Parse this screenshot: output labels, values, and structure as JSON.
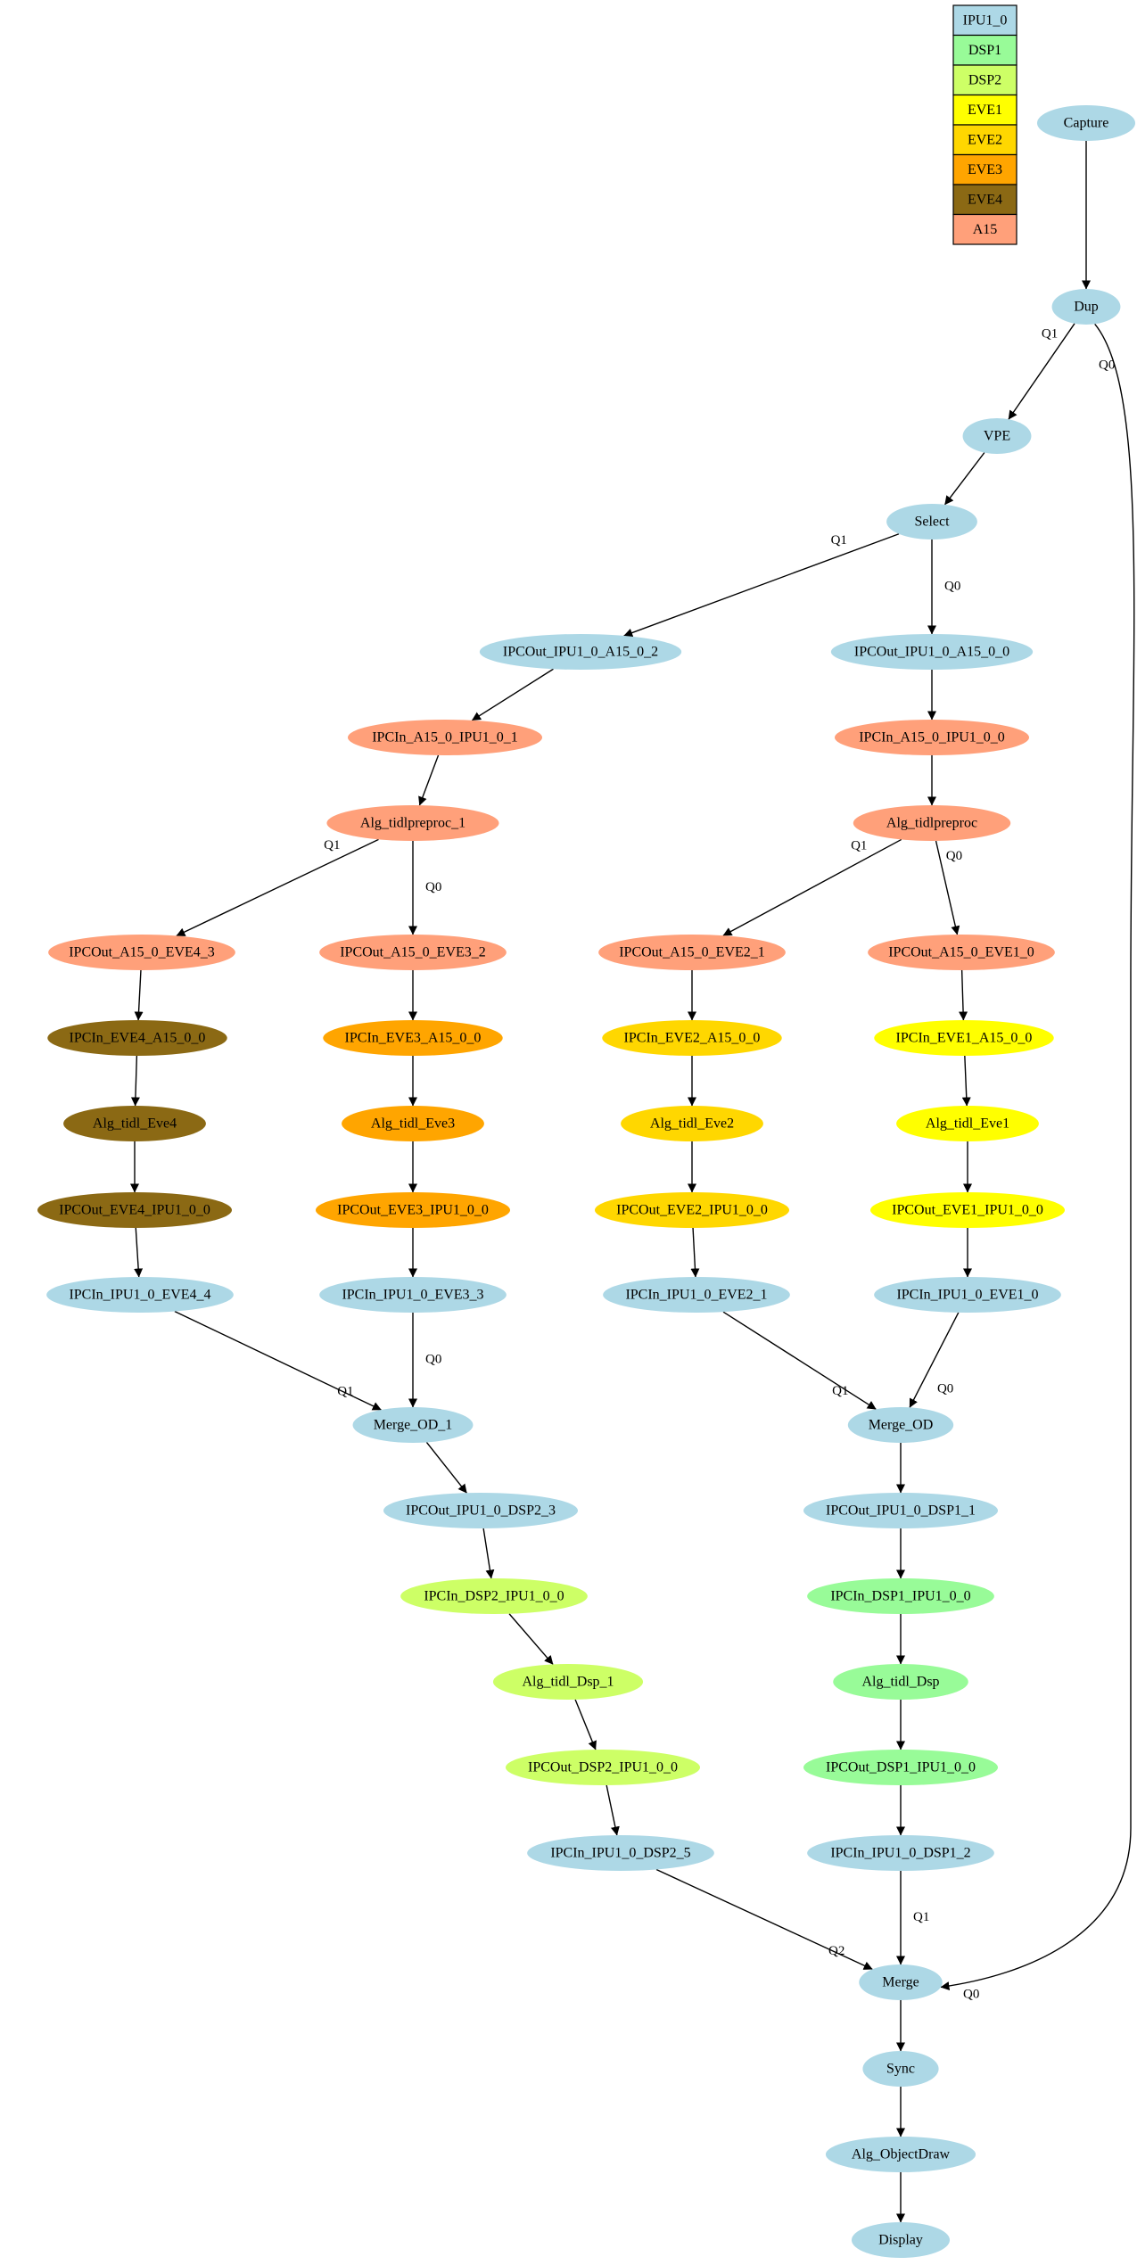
{
  "legend": [
    {
      "label": "IPU1_0",
      "color": "#add8e6"
    },
    {
      "label": "DSP1",
      "color": "#98fb98"
    },
    {
      "label": "DSP2",
      "color": "#cdff66"
    },
    {
      "label": "EVE1",
      "color": "#ffff00"
    },
    {
      "label": "EVE2",
      "color": "#ffd700"
    },
    {
      "label": "EVE3",
      "color": "#ffa500"
    },
    {
      "label": "EVE4",
      "color": "#8b6914"
    },
    {
      "label": "A15",
      "color": "#ffa07a"
    }
  ],
  "nodes": [
    {
      "id": "capture",
      "label": "Capture",
      "core": "IPU1_0"
    },
    {
      "id": "dup",
      "label": "Dup",
      "core": "IPU1_0"
    },
    {
      "id": "vpe",
      "label": "VPE",
      "core": "IPU1_0"
    },
    {
      "id": "select",
      "label": "Select",
      "core": "IPU1_0"
    },
    {
      "id": "ipcout_ipu1_a15_2",
      "label": "IPCOut_IPU1_0_A15_0_2",
      "core": "IPU1_0"
    },
    {
      "id": "ipcout_ipu1_a15_0",
      "label": "IPCOut_IPU1_0_A15_0_0",
      "core": "IPU1_0"
    },
    {
      "id": "ipcin_a15_ipu1_1",
      "label": "IPCIn_A15_0_IPU1_0_1",
      "core": "A15"
    },
    {
      "id": "ipcin_a15_ipu1_0",
      "label": "IPCIn_A15_0_IPU1_0_0",
      "core": "A15"
    },
    {
      "id": "alg_tidlpreproc_1",
      "label": "Alg_tidlpreproc_1",
      "core": "A15"
    },
    {
      "id": "alg_tidlpreproc",
      "label": "Alg_tidlpreproc",
      "core": "A15"
    },
    {
      "id": "ipcout_a15_eve4_3",
      "label": "IPCOut_A15_0_EVE4_3",
      "core": "A15"
    },
    {
      "id": "ipcout_a15_eve3_2",
      "label": "IPCOut_A15_0_EVE3_2",
      "core": "A15"
    },
    {
      "id": "ipcout_a15_eve2_1",
      "label": "IPCOut_A15_0_EVE2_1",
      "core": "A15"
    },
    {
      "id": "ipcout_a15_eve1_0",
      "label": "IPCOut_A15_0_EVE1_0",
      "core": "A15"
    },
    {
      "id": "ipcin_eve4_a15",
      "label": "IPCIn_EVE4_A15_0_0",
      "core": "EVE4"
    },
    {
      "id": "ipcin_eve3_a15",
      "label": "IPCIn_EVE3_A15_0_0",
      "core": "EVE3"
    },
    {
      "id": "ipcin_eve2_a15",
      "label": "IPCIn_EVE2_A15_0_0",
      "core": "EVE2"
    },
    {
      "id": "ipcin_eve1_a15",
      "label": "IPCIn_EVE1_A15_0_0",
      "core": "EVE1"
    },
    {
      "id": "alg_tidl_eve4",
      "label": "Alg_tidl_Eve4",
      "core": "EVE4"
    },
    {
      "id": "alg_tidl_eve3",
      "label": "Alg_tidl_Eve3",
      "core": "EVE3"
    },
    {
      "id": "alg_tidl_eve2",
      "label": "Alg_tidl_Eve2",
      "core": "EVE2"
    },
    {
      "id": "alg_tidl_eve1",
      "label": "Alg_tidl_Eve1",
      "core": "EVE1"
    },
    {
      "id": "ipcout_eve4_ipu1",
      "label": "IPCOut_EVE4_IPU1_0_0",
      "core": "EVE4"
    },
    {
      "id": "ipcout_eve3_ipu1",
      "label": "IPCOut_EVE3_IPU1_0_0",
      "core": "EVE3"
    },
    {
      "id": "ipcout_eve2_ipu1",
      "label": "IPCOut_EVE2_IPU1_0_0",
      "core": "EVE2"
    },
    {
      "id": "ipcout_eve1_ipu1",
      "label": "IPCOut_EVE1_IPU1_0_0",
      "core": "EVE1"
    },
    {
      "id": "ipcin_ipu1_eve4_4",
      "label": "IPCIn_IPU1_0_EVE4_4",
      "core": "IPU1_0"
    },
    {
      "id": "ipcin_ipu1_eve3_3",
      "label": "IPCIn_IPU1_0_EVE3_3",
      "core": "IPU1_0"
    },
    {
      "id": "ipcin_ipu1_eve2_1",
      "label": "IPCIn_IPU1_0_EVE2_1",
      "core": "IPU1_0"
    },
    {
      "id": "ipcin_ipu1_eve1_0",
      "label": "IPCIn_IPU1_0_EVE1_0",
      "core": "IPU1_0"
    },
    {
      "id": "merge_od_1",
      "label": "Merge_OD_1",
      "core": "IPU1_0"
    },
    {
      "id": "merge_od",
      "label": "Merge_OD",
      "core": "IPU1_0"
    },
    {
      "id": "ipcout_ipu1_dsp2_3",
      "label": "IPCOut_IPU1_0_DSP2_3",
      "core": "IPU1_0"
    },
    {
      "id": "ipcout_ipu1_dsp1_1",
      "label": "IPCOut_IPU1_0_DSP1_1",
      "core": "IPU1_0"
    },
    {
      "id": "ipcin_dsp2_ipu1",
      "label": "IPCIn_DSP2_IPU1_0_0",
      "core": "DSP2"
    },
    {
      "id": "ipcin_dsp1_ipu1",
      "label": "IPCIn_DSP1_IPU1_0_0",
      "core": "DSP1"
    },
    {
      "id": "alg_tidl_dsp_1",
      "label": "Alg_tidl_Dsp_1",
      "core": "DSP2"
    },
    {
      "id": "alg_tidl_dsp",
      "label": "Alg_tidl_Dsp",
      "core": "DSP1"
    },
    {
      "id": "ipcout_dsp2_ipu1",
      "label": "IPCOut_DSP2_IPU1_0_0",
      "core": "DSP2"
    },
    {
      "id": "ipcout_dsp1_ipu1",
      "label": "IPCOut_DSP1_IPU1_0_0",
      "core": "DSP1"
    },
    {
      "id": "ipcin_ipu1_dsp2_5",
      "label": "IPCIn_IPU1_0_DSP2_5",
      "core": "IPU1_0"
    },
    {
      "id": "ipcin_ipu1_dsp1_2",
      "label": "IPCIn_IPU1_0_DSP1_2",
      "core": "IPU1_0"
    },
    {
      "id": "merge",
      "label": "Merge",
      "core": "IPU1_0"
    },
    {
      "id": "sync",
      "label": "Sync",
      "core": "IPU1_0"
    },
    {
      "id": "alg_objectdraw",
      "label": "Alg_ObjectDraw",
      "core": "IPU1_0"
    },
    {
      "id": "display",
      "label": "Display",
      "core": "IPU1_0"
    }
  ],
  "edges": [
    {
      "from": "capture",
      "to": "dup",
      "label": ""
    },
    {
      "from": "dup",
      "to": "vpe",
      "label": "Q1"
    },
    {
      "from": "dup",
      "to": "merge",
      "label": "Q0",
      "head_label": "Q0"
    },
    {
      "from": "vpe",
      "to": "select",
      "label": ""
    },
    {
      "from": "select",
      "to": "ipcout_ipu1_a15_2",
      "label": "Q1"
    },
    {
      "from": "select",
      "to": "ipcout_ipu1_a15_0",
      "label": "Q0"
    },
    {
      "from": "ipcout_ipu1_a15_2",
      "to": "ipcin_a15_ipu1_1",
      "label": ""
    },
    {
      "from": "ipcout_ipu1_a15_0",
      "to": "ipcin_a15_ipu1_0",
      "label": ""
    },
    {
      "from": "ipcin_a15_ipu1_1",
      "to": "alg_tidlpreproc_1",
      "label": ""
    },
    {
      "from": "ipcin_a15_ipu1_0",
      "to": "alg_tidlpreproc",
      "label": ""
    },
    {
      "from": "alg_tidlpreproc_1",
      "to": "ipcout_a15_eve4_3",
      "label": "Q1"
    },
    {
      "from": "alg_tidlpreproc_1",
      "to": "ipcout_a15_eve3_2",
      "label": "Q0"
    },
    {
      "from": "alg_tidlpreproc",
      "to": "ipcout_a15_eve2_1",
      "label": "Q1"
    },
    {
      "from": "alg_tidlpreproc",
      "to": "ipcout_a15_eve1_0",
      "label": "Q0"
    },
    {
      "from": "ipcout_a15_eve4_3",
      "to": "ipcin_eve4_a15",
      "label": ""
    },
    {
      "from": "ipcout_a15_eve3_2",
      "to": "ipcin_eve3_a15",
      "label": ""
    },
    {
      "from": "ipcout_a15_eve2_1",
      "to": "ipcin_eve2_a15",
      "label": ""
    },
    {
      "from": "ipcout_a15_eve1_0",
      "to": "ipcin_eve1_a15",
      "label": ""
    },
    {
      "from": "ipcin_eve4_a15",
      "to": "alg_tidl_eve4",
      "label": ""
    },
    {
      "from": "ipcin_eve3_a15",
      "to": "alg_tidl_eve3",
      "label": ""
    },
    {
      "from": "ipcin_eve2_a15",
      "to": "alg_tidl_eve2",
      "label": ""
    },
    {
      "from": "ipcin_eve1_a15",
      "to": "alg_tidl_eve1",
      "label": ""
    },
    {
      "from": "alg_tidl_eve4",
      "to": "ipcout_eve4_ipu1",
      "label": ""
    },
    {
      "from": "alg_tidl_eve3",
      "to": "ipcout_eve3_ipu1",
      "label": ""
    },
    {
      "from": "alg_tidl_eve2",
      "to": "ipcout_eve2_ipu1",
      "label": ""
    },
    {
      "from": "alg_tidl_eve1",
      "to": "ipcout_eve1_ipu1",
      "label": ""
    },
    {
      "from": "ipcout_eve4_ipu1",
      "to": "ipcin_ipu1_eve4_4",
      "label": ""
    },
    {
      "from": "ipcout_eve3_ipu1",
      "to": "ipcin_ipu1_eve3_3",
      "label": ""
    },
    {
      "from": "ipcout_eve2_ipu1",
      "to": "ipcin_ipu1_eve2_1",
      "label": ""
    },
    {
      "from": "ipcout_eve1_ipu1",
      "to": "ipcin_ipu1_eve1_0",
      "label": ""
    },
    {
      "from": "ipcin_ipu1_eve4_4",
      "to": "merge_od_1",
      "label": "Q1"
    },
    {
      "from": "ipcin_ipu1_eve3_3",
      "to": "merge_od_1",
      "label": "Q0"
    },
    {
      "from": "ipcin_ipu1_eve2_1",
      "to": "merge_od",
      "label": "Q1"
    },
    {
      "from": "ipcin_ipu1_eve1_0",
      "to": "merge_od",
      "label": "Q0"
    },
    {
      "from": "merge_od_1",
      "to": "ipcout_ipu1_dsp2_3",
      "label": ""
    },
    {
      "from": "merge_od",
      "to": "ipcout_ipu1_dsp1_1",
      "label": ""
    },
    {
      "from": "ipcout_ipu1_dsp2_3",
      "to": "ipcin_dsp2_ipu1",
      "label": ""
    },
    {
      "from": "ipcout_ipu1_dsp1_1",
      "to": "ipcin_dsp1_ipu1",
      "label": ""
    },
    {
      "from": "ipcin_dsp2_ipu1",
      "to": "alg_tidl_dsp_1",
      "label": ""
    },
    {
      "from": "ipcin_dsp1_ipu1",
      "to": "alg_tidl_dsp",
      "label": ""
    },
    {
      "from": "alg_tidl_dsp_1",
      "to": "ipcout_dsp2_ipu1",
      "label": ""
    },
    {
      "from": "alg_tidl_dsp",
      "to": "ipcout_dsp1_ipu1",
      "label": ""
    },
    {
      "from": "ipcout_dsp2_ipu1",
      "to": "ipcin_ipu1_dsp2_5",
      "label": ""
    },
    {
      "from": "ipcout_dsp1_ipu1",
      "to": "ipcin_ipu1_dsp1_2",
      "label": ""
    },
    {
      "from": "ipcin_ipu1_dsp2_5",
      "to": "merge",
      "label": "Q2"
    },
    {
      "from": "ipcin_ipu1_dsp1_2",
      "to": "merge",
      "label": "Q1"
    },
    {
      "from": "merge",
      "to": "sync",
      "label": ""
    },
    {
      "from": "sync",
      "to": "alg_objectdraw",
      "label": ""
    },
    {
      "from": "alg_objectdraw",
      "to": "display",
      "label": ""
    }
  ]
}
